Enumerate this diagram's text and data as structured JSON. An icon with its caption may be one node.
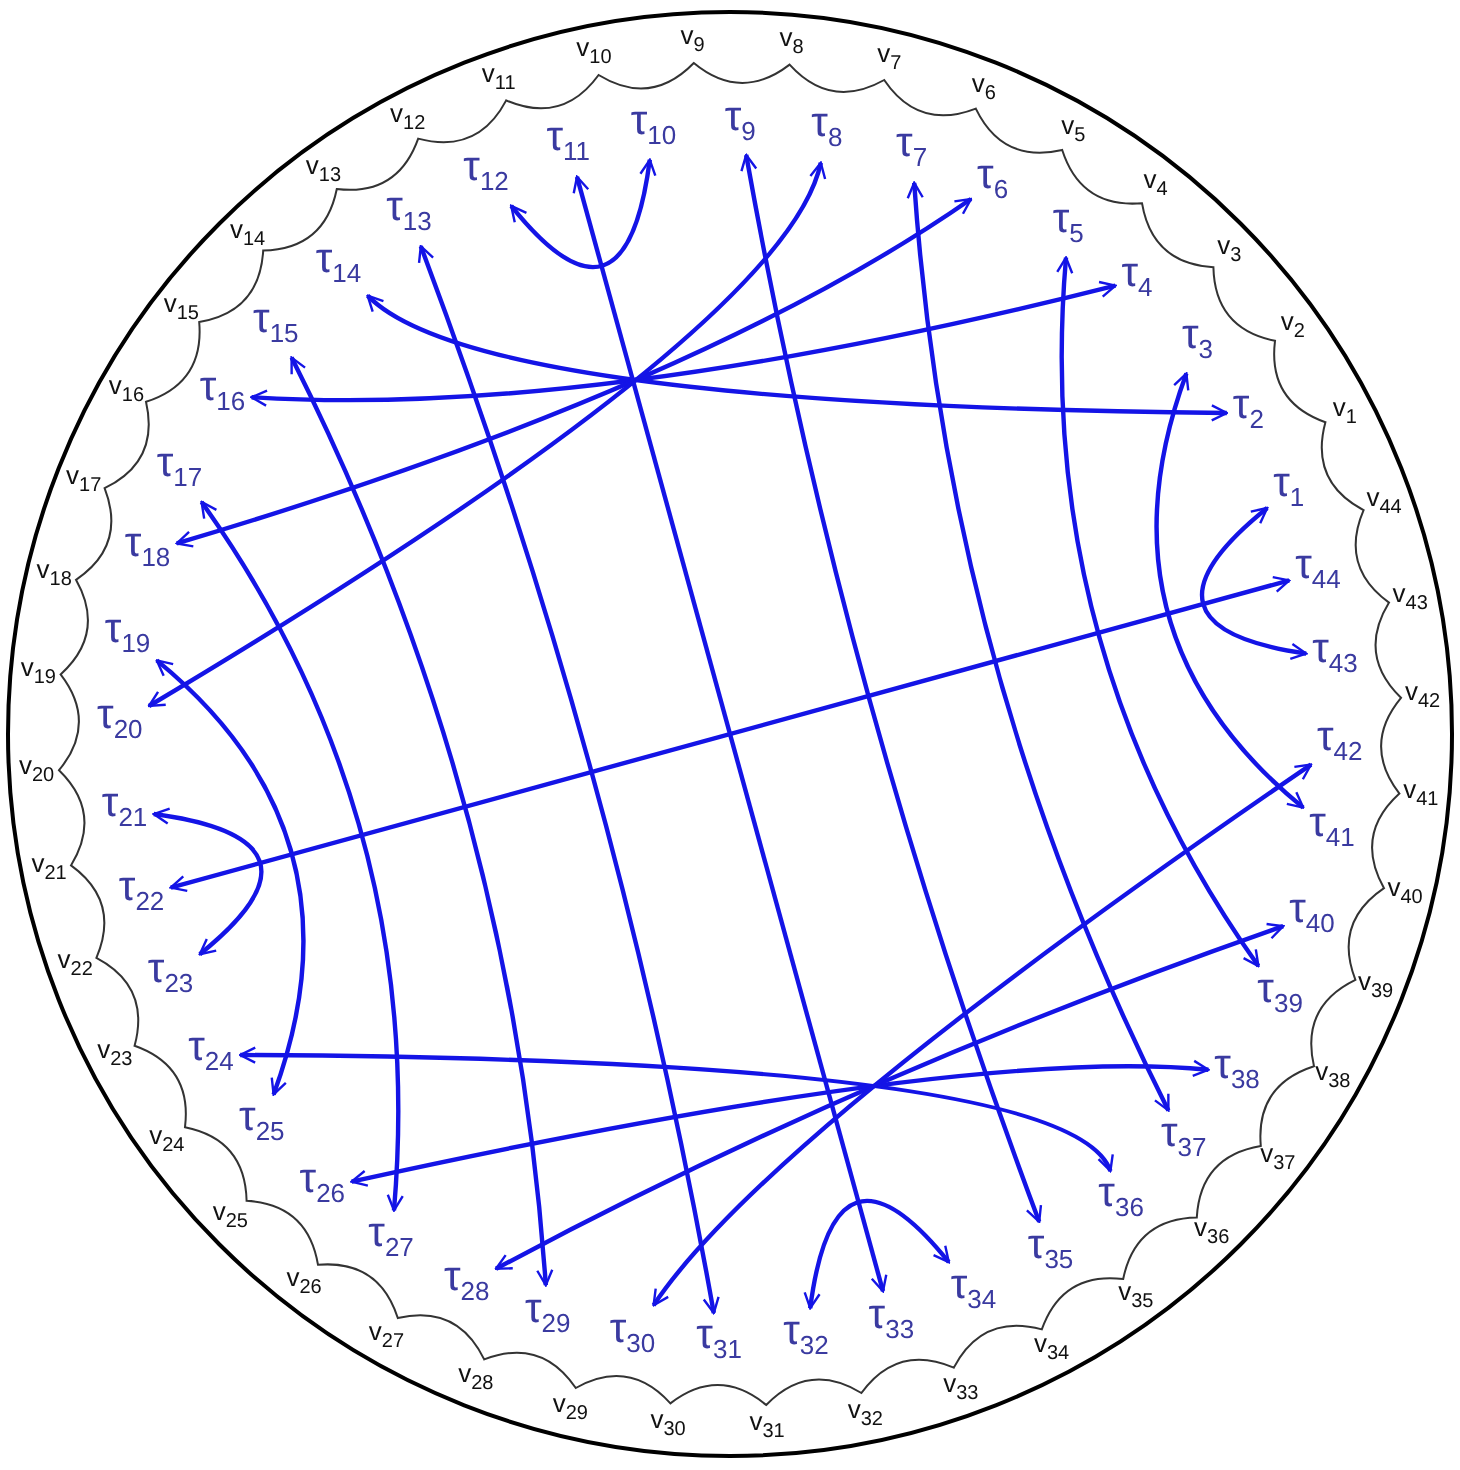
{
  "diagram": {
    "nodes": [
      {
        "text": [
          "τ$_{1}$"
        ]
      },
      {
        "text": [
          "τ$_{2}$"
        ]
      },
      {
        "text": [
          "τ$_{3}$"
        ]
      },
      {
        "text": [
          "τ$_{4}$"
        ]
      },
      {
        "text": [
          "τ$_{5}$"
        ]
      },
      {
        "text": [
          "τ$_{6}$"
        ]
      },
      {
        "text": [
          "τ$_{7}$"
        ]
      },
      {
        "text": [
          "τ$_{8}$"
        ]
      },
      {
        "text": [
          "τ$_{9}$"
        ]
      },
      {
        "text": [
          "τ$_{10}$"
        ]
      },
      {
        "text": [
          "τ$_{11}$"
        ]
      },
      {
        "text": [
          "τ$_{12}$"
        ]
      },
      {
        "text": [
          "τ$_{13}$"
        ]
      },
      {
        "text": [
          "τ$_{14}$"
        ]
      },
      {
        "text": [
          "τ$_{15}$"
        ]
      },
      {
        "text": [
          "τ$_{16}$"
        ]
      },
      {
        "text": [
          "τ$_{17}$"
        ]
      },
      {
        "text": [
          "τ$_{18}$"
        ]
      },
      {
        "text": [
          "τ$_{19}$"
        ]
      },
      {
        "text": [
          "τ$_{20}$"
        ]
      },
      {
        "text": [
          "τ$_{21}$"
        ]
      },
      {
        "text": [
          "τ$_{22}$"
        ]
      },
      {
        "text": [
          "τ$_{23}$"
        ]
      },
      {
        "text": [
          "τ$_{24}$"
        ]
      },
      {
        "text": [
          "τ$_{25}$"
        ]
      },
      {
        "text": [
          "τ$_{26}$"
        ]
      },
      {
        "text": [
          "τ$_{27}$"
        ]
      },
      {
        "text": [
          "τ$_{28}$"
        ]
      },
      {
        "text": [
          "τ$_{29}$"
        ]
      },
      {
        "text": [
          "τ$_{30}$"
        ]
      },
      {
        "text": [
          "τ$_{31}$"
        ]
      },
      {
        "text": [
          "τ$_{32}$"
        ]
      },
      {
        "text": [
          "τ$_{33}$"
        ]
      },
      {
        "text": [
          "τ$_{34}$"
        ]
      },
      {
        "text": [
          "τ$_{35}$"
        ]
      },
      {
        "text": [
          "τ$_{36}$"
        ]
      },
      {
        "text": [
          "τ$_{37}$"
        ]
      },
      {
        "text": [
          "τ$_{38}$"
        ]
      },
      {
        "text": [
          "τ$_{39}$"
        ]
      },
      {
        "text": [
          "τ$_{40}$"
        ]
      },
      {
        "text": [
          "τ$_{41}$"
        ]
      },
      {
        "text": [
          "τ$_{42}$"
        ]
      },
      {
        "text": [
          "τ$_{43}$"
        ]
      },
      {
        "text": [
          "τ$_{44}$"
        ]
      }
    ],
    "edges": [
      {
        "from": 11,
        "to": 9,
        "arrow": "both"
      },
      {
        "from": 13,
        "to": 1,
        "arrow": "both"
      },
      {
        "from": 15,
        "to": 3,
        "arrow": "both"
      },
      {
        "from": 17,
        "to": 5,
        "arrow": "both"
      },
      {
        "from": 19,
        "to": 7,
        "arrow": "both"
      },
      {
        "from": 2,
        "to": 40,
        "arrow": "both"
      },
      {
        "from": 4,
        "to": 38,
        "arrow": "both"
      },
      {
        "from": 6,
        "to": 36,
        "arrow": "both"
      },
      {
        "from": 8,
        "to": 34,
        "arrow": "both"
      },
      {
        "from": 10,
        "to": 32,
        "arrow": "both"
      },
      {
        "from": 12,
        "to": 30,
        "arrow": "both"
      },
      {
        "from": 14,
        "to": 28,
        "arrow": "both"
      },
      {
        "from": 16,
        "to": 26,
        "arrow": "both"
      },
      {
        "from": 18,
        "to": 24,
        "arrow": "both"
      },
      {
        "from": 20,
        "to": 22,
        "arrow": "both"
      },
      {
        "from": 21,
        "to": 43,
        "arrow": "both"
      },
      {
        "from": 0,
        "to": 42,
        "arrow": "both"
      },
      {
        "from": 23,
        "to": 35,
        "arrow": "both"
      },
      {
        "from": 25,
        "to": 37,
        "arrow": "both"
      },
      {
        "from": 27,
        "to": 39,
        "arrow": "both"
      },
      {
        "from": 29,
        "to": 41,
        "arrow": "both"
      },
      {
        "from": 31,
        "to": 33,
        "arrow": "both"
      }
    ],
    "labels": [
      "v$_{1}$",
      "v$_{2}$",
      "v$_{3}$",
      "v$_{4}$",
      "v$_{5}$",
      "v$_{6}$",
      "v$_{7}$",
      "v$_{8}$",
      "v$_{9}$",
      "v$_{10}$",
      "v$_{11}$",
      "v$_{12}$",
      "v$_{13}$",
      "v$_{14}$",
      "v$_{15}$",
      "v$_{16}$",
      "v$_{17}$",
      "v$_{18}$",
      "v$_{19}$",
      "v$_{20}$",
      "v$_{21}$",
      "v$_{22}$",
      "v$_{23}$",
      "v$_{24}$",
      "v$_{25}$",
      "v$_{26}$",
      "v$_{27}$",
      "v$_{28}$",
      "v$_{29}$",
      "v$_{30}$",
      "v$_{31}$",
      "v$_{32}$",
      "v$_{33}$",
      "v$_{34}$",
      "v$_{35}$",
      "v$_{36}$",
      "v$_{37}$",
      "v$_{38}$",
      "v$_{39}$",
      "v$_{40}$",
      "v$_{41}$",
      "v$_{42}$",
      "v$_{43}$",
      "v$_{44}$"
    ]
  }
}
